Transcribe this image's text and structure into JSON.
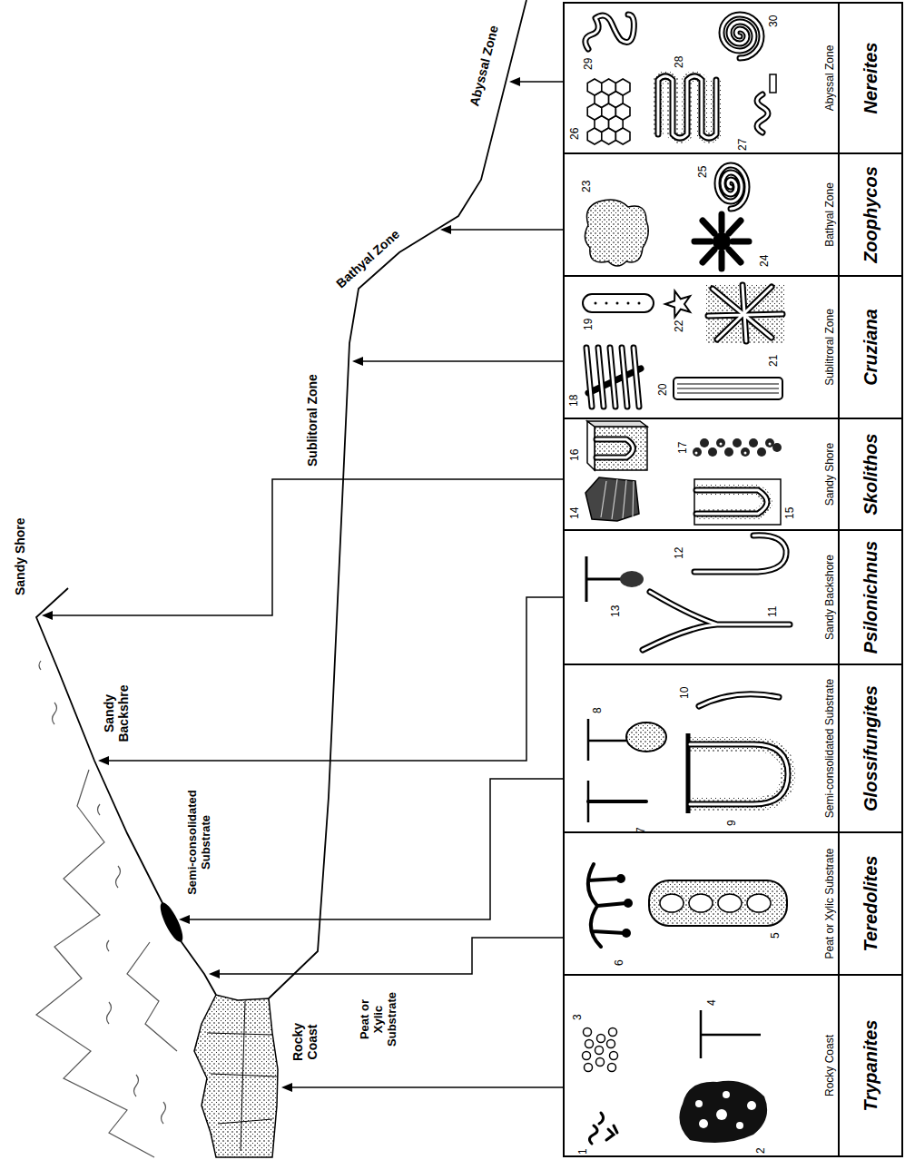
{
  "diagram": {
    "nodes": [
      {
        "text": [
          "Rocky Coast",
          "Trypanites"
        ]
      },
      {
        "text": [
          "Peat or Xylic Substrate",
          "Teredolites"
        ]
      },
      {
        "text": [
          "Semi-consolidated Substrate",
          "Glossifungites"
        ]
      },
      {
        "text": [
          "Sandy Backshore",
          "Psilonichnus"
        ]
      },
      {
        "text": [
          "Sandy Shore",
          "Skolithos"
        ]
      },
      {
        "text": [
          "Sublitroral Zone",
          "Cruziana"
        ]
      },
      {
        "text": [
          "Bathyal Zone",
          "Zoophycos"
        ]
      },
      {
        "text": [
          "Abyssal Zone",
          "Nereites"
        ]
      }
    ],
    "labels": [
      "Sandy Shore",
      "Sandy Backshre",
      "Semi-consolidated Substrate",
      "Peat or Xylic Substrate",
      "Rocky Coast",
      "Sublitoral Zone",
      "Bathyal Zone",
      "Abyssal Zone",
      "1",
      "2",
      "3",
      "4",
      "5",
      "6",
      "7",
      "8",
      "9",
      "10",
      "11",
      "12",
      "13",
      "14",
      "15",
      "16",
      "17",
      "18",
      "19",
      "20",
      "21",
      "22",
      "23",
      "24",
      "25",
      "26",
      "27",
      "28",
      "29",
      "30"
    ]
  }
}
